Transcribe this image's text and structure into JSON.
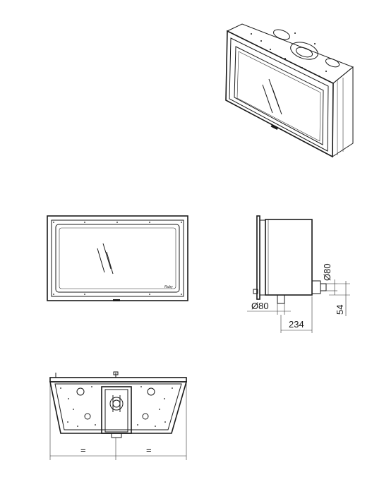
{
  "dimensions": {
    "flue_diameter_rear": "Ø80",
    "flue_diameter_bottom": "Ø80",
    "depth_to_outlet": "234",
    "outlet_height": "54",
    "equal_left": "=",
    "equal_right": "="
  },
  "brand_mark": "Ruby"
}
